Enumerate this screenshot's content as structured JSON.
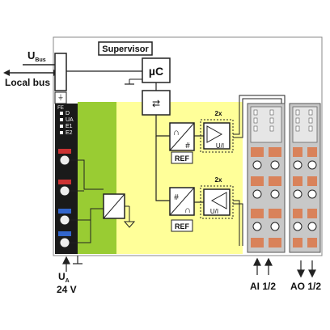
{
  "labels": {
    "supervisor": "Supervisor",
    "ubus_main": "U",
    "ubus_sub": "Bus",
    "local_bus": "Local bus",
    "microcontroller": "µC",
    "fe": "FE",
    "leds": [
      "D",
      "UA",
      "E1",
      "E2"
    ],
    "ref_top": "REF",
    "ref_bottom": "REF",
    "adc_top_in": "∩",
    "adc_top_out": "#",
    "adc_bottom_in": "#",
    "adc_bottom_out": "∩",
    "amp_top": "U/I",
    "amp_bottom": "U/I",
    "mult_top": "2x",
    "mult_bottom": "2x",
    "ua_main": "U",
    "ua_sub": "A",
    "voltage": "24 V",
    "ai": "AI 1/2",
    "ao": "AO 1/2"
  },
  "colors": {
    "yellow": "#ffff99",
    "green": "#99cc33",
    "orange": "#d9825a",
    "connector_grey": "#c8c8c8",
    "dark": "#222222",
    "red_terminal": "#cc3333",
    "blue_terminal": "#3366cc"
  }
}
